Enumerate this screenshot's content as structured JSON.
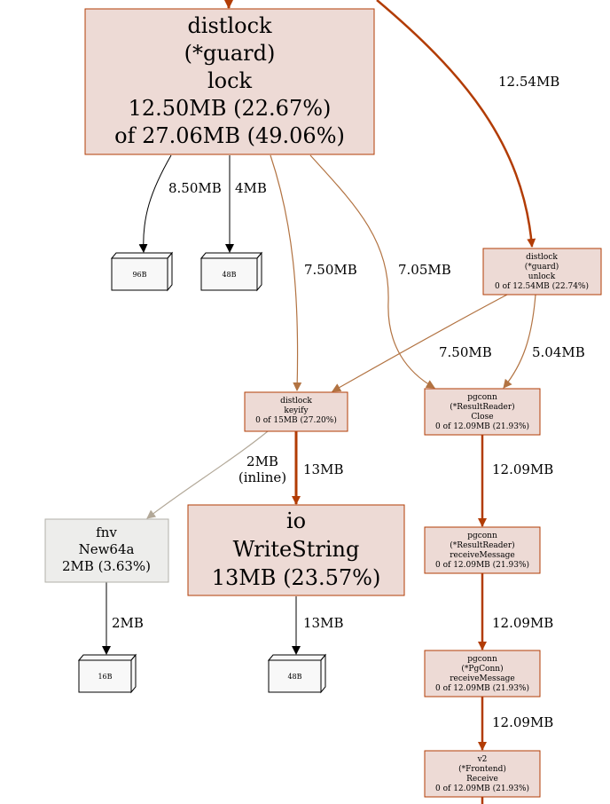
{
  "nodes": {
    "distlock_lock": {
      "lines": [
        "distlock",
        "(*guard)",
        "lock",
        "12.50MB (22.67%)",
        "of 27.06MB (49.06%)"
      ]
    },
    "distlock_unlock": {
      "lines": [
        "distlock",
        "(*guard)",
        "unlock",
        "0 of 12.54MB (22.74%)"
      ]
    },
    "distlock_keyify": {
      "lines": [
        "distlock",
        "keyify",
        "0 of 15MB (27.20%)"
      ]
    },
    "pgconn_close": {
      "lines": [
        "pgconn",
        "(*ResultReader)",
        "Close",
        "0 of 12.09MB (21.93%)"
      ]
    },
    "fnv_new64a": {
      "lines": [
        "fnv",
        "New64a",
        "2MB (3.63%)"
      ]
    },
    "io_writestring": {
      "lines": [
        "io",
        "WriteString",
        "13MB (23.57%)"
      ]
    },
    "pgconn_rr_receive": {
      "lines": [
        "pgconn",
        "(*ResultReader)",
        "receiveMessage",
        "0 of 12.09MB (21.93%)"
      ]
    },
    "pgconn_pg_receive": {
      "lines": [
        "pgconn",
        "(*PgConn)",
        "receiveMessage",
        "0 of 12.09MB (21.93%)"
      ]
    },
    "v2_receive": {
      "lines": [
        "v2",
        "(*Frontend)",
        "Receive",
        "0 of 12.09MB (21.93%)"
      ]
    }
  },
  "alloc_boxes": {
    "box_96b": "96B",
    "box_48b_top": "48B",
    "box_16b": "16B",
    "box_48b_bottom": "48B"
  },
  "edge_labels": {
    "top_to_unlock": "12.54MB",
    "lock_to_96b": "8.50MB",
    "lock_to_48b": "4MB",
    "lock_to_keyify": "7.50MB",
    "lock_to_close": "7.05MB",
    "unlock_to_keyify": "7.50MB",
    "unlock_to_close": "5.04MB",
    "keyify_to_fnv": [
      "2MB",
      "(inline)"
    ],
    "keyify_to_io": "13MB",
    "close_to_rr_receive": "12.09MB",
    "fnv_to_16b": "2MB",
    "io_to_48b": "13MB",
    "rr_to_pg_receive": "12.09MB",
    "pg_to_v2": "12.09MB"
  },
  "colors": {
    "hot_fill": "#eddad5",
    "hot_border": "#b23c05",
    "hot_edge": "#b23c05",
    "warm_edge": "#b27342",
    "light_edge": "#b2a898",
    "neutral_fill": "#ededeb",
    "neutral_border": "#b2b0a8",
    "box_fill": "#f8f8f8"
  }
}
